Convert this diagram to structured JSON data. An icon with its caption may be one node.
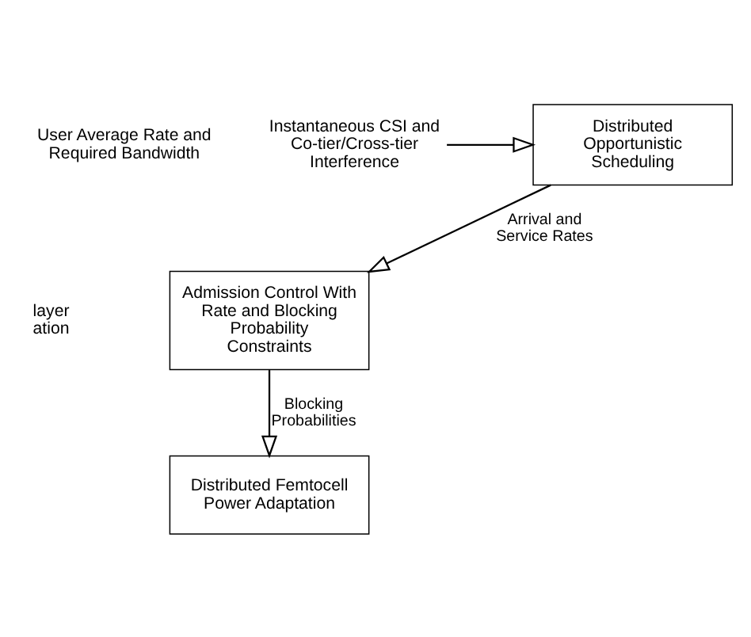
{
  "diagram": {
    "nodes": [
      {
        "text": [
          "Distributed Opportunistic Scheduling"
        ]
      },
      {
        "text": [
          "Admission Control With Rate and Blocking Probability Constraints"
        ]
      },
      {
        "text": [
          "Distributed Femtocell Power Adaptation"
        ]
      },
      {
        "text": [
          "Instantaneous CSI and Co-tier/Cross-tier Interference"
        ]
      }
    ],
    "edges": [
      {
        "from": 3,
        "to": 0,
        "arrow": "to"
      },
      {
        "from": 0,
        "to": 1,
        "arrow": "to",
        "label": "Arrival and Service Rates"
      },
      {
        "from": 1,
        "to": 2,
        "arrow": "to",
        "label": "Blocking Probabilities"
      }
    ],
    "labels": [
      "layer ation",
      "User Average Rate and Required Bandwidth"
    ]
  }
}
